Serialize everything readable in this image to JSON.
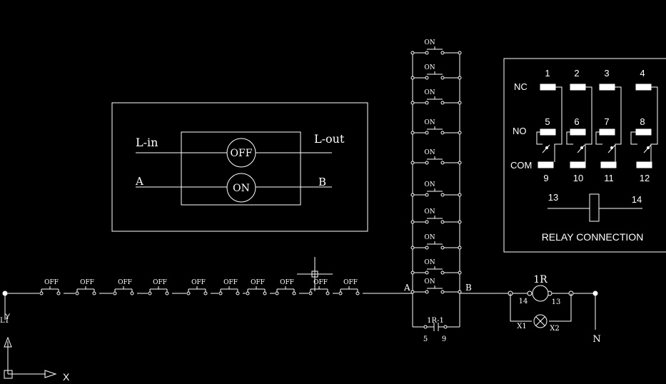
{
  "switch_panel": {
    "left_top": "L-in",
    "right_top": "L-out",
    "left_bottom": "A",
    "right_bottom": "B",
    "off_label": "OFF",
    "on_label": "ON"
  },
  "relay": {
    "nc_label": "NC",
    "no_label": "NO",
    "com_label": "COM",
    "nc_pins": [
      "1",
      "2",
      "3",
      "4"
    ],
    "no_pins": [
      "5",
      "6",
      "7",
      "8"
    ],
    "com_pins": [
      "9",
      "10",
      "11",
      "12"
    ],
    "coil_left": "13",
    "coil_right": "14",
    "caption": "RELAY CONNECTION"
  },
  "circuit": {
    "off_buttons": [
      "OFF",
      "OFF",
      "OFF",
      "OFF",
      "OFF",
      "OFF",
      "OFF",
      "OFF",
      "OFF",
      "OFF"
    ],
    "on_buttons": [
      "ON",
      "ON",
      "ON",
      "ON",
      "ON",
      "ON",
      "ON",
      "ON",
      "ON",
      "ON"
    ],
    "node_a": "A",
    "node_b": "B",
    "holding_contact": "1R-1",
    "holding_pins": [
      "5",
      "9"
    ],
    "coil_name": "1R",
    "coil_pin_left": "14",
    "coil_pin_right": "13",
    "lamp_left": "X1",
    "lamp_right": "X2",
    "line_label": "L1",
    "neutral_label": "N"
  },
  "ucs": {
    "y_label": "Y",
    "x_label": "X"
  }
}
